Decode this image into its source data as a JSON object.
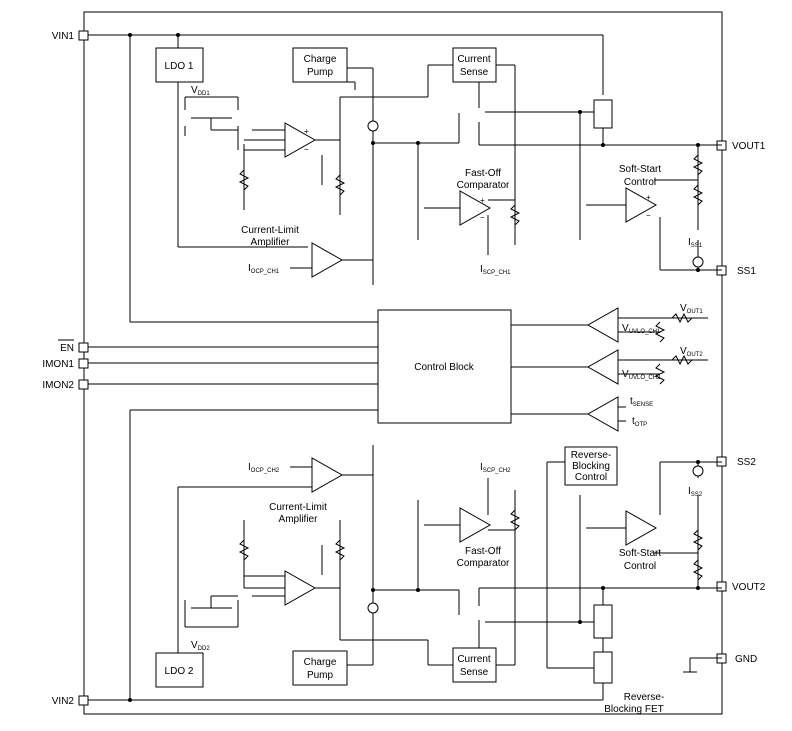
{
  "pins": {
    "vin1": "VIN1",
    "en": "EN",
    "imon1": "IMON1",
    "imon2": "IMON2",
    "vin2": "VIN2",
    "vout1": "VOUT1",
    "ss1": "SS1",
    "ss2": "SS2",
    "vout2": "VOUT2",
    "gnd": "GND"
  },
  "blocks": {
    "ldo1": "LDO 1",
    "ldo2": "LDO 2",
    "charge_pump_l1": "Charge",
    "charge_pump_l2": "Pump",
    "current_sense_l1": "Current",
    "current_sense_l2": "Sense",
    "control_block": "Control Block",
    "reverse_blocking_l1": "Reverse-",
    "reverse_blocking_l2": "Blocking",
    "reverse_blocking_l3": "Control"
  },
  "labels": {
    "fast_off_l1": "Fast-Off",
    "fast_off_l2": "Comparator",
    "soft_start_l1": "Soft-Start",
    "soft_start_l2": "Control",
    "current_limit_l1": "Current-Limit",
    "current_limit_l2": "Amplifier",
    "reverse_fet_l1": "Reverse-",
    "reverse_fet_l2": "Blocking FET"
  },
  "signals": {
    "v": "V",
    "i": "I",
    "t": "t",
    "dd1": "DD1",
    "dd2": "DD2",
    "ocp_ch1": "OCP_CH1",
    "ocp_ch2": "OCP_CH2",
    "scp_ch1": "SCP_CH1",
    "scp_ch2": "SCP_CH2",
    "ss1": "SS1",
    "ss2": "SS2",
    "out1": "OUT1",
    "out2": "OUT2",
    "uvlo_ch1": "UVLO_CH1",
    "uvlo_ch2": "UVLO_CH2",
    "sense": "SENSE",
    "otp": "OTP",
    "plus": "+",
    "minus": "−"
  }
}
